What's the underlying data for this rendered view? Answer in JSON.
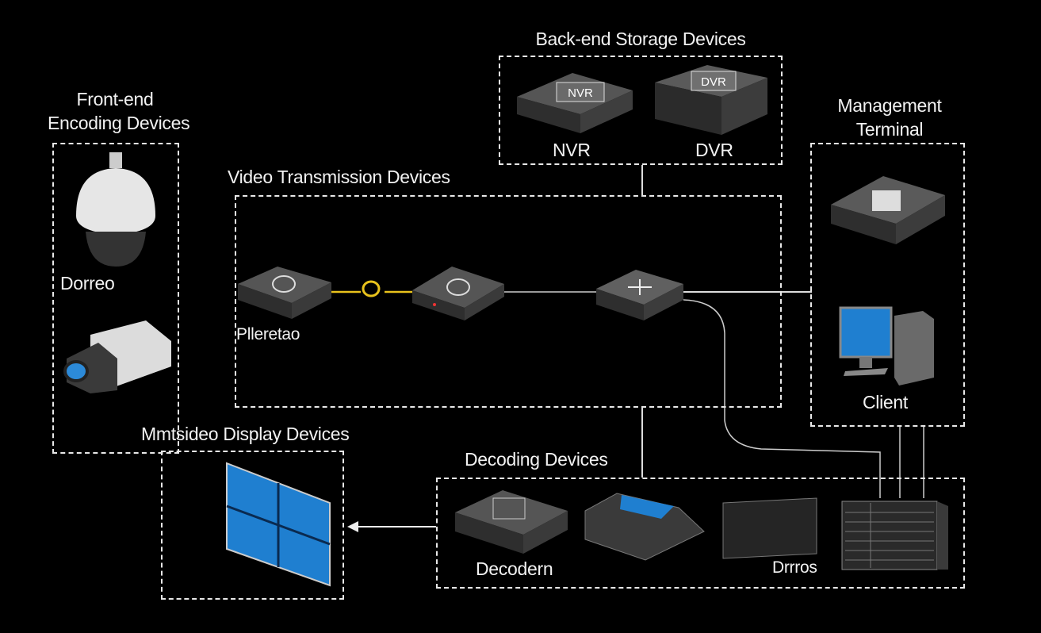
{
  "groups": {
    "frontend": {
      "title_line1": "Front-end",
      "title_line2": "Encoding Devices",
      "dome_label": "Dorreo"
    },
    "storage": {
      "title": "Back-end Storage Devices",
      "nvr_label": "NVR",
      "nvr_face": "NVR",
      "dvr_label": "DVR",
      "dvr_face": "DVR"
    },
    "transmission": {
      "title": "Video Transmission Devices",
      "device_label": "Plleretao"
    },
    "management": {
      "title_line1": "Management",
      "title_line2": "Terminal",
      "client_label": "Client"
    },
    "display": {
      "title": "Mmtsideo Display Devices"
    },
    "decoding": {
      "title": "Decoding Devices",
      "decoder_label": "Decodern",
      "drives_label": "Drrros"
    }
  },
  "colors": {
    "background": "#000000",
    "line": "#e8e8e8",
    "fiber": "#e8c21c",
    "screen": "#1f7fd0"
  }
}
